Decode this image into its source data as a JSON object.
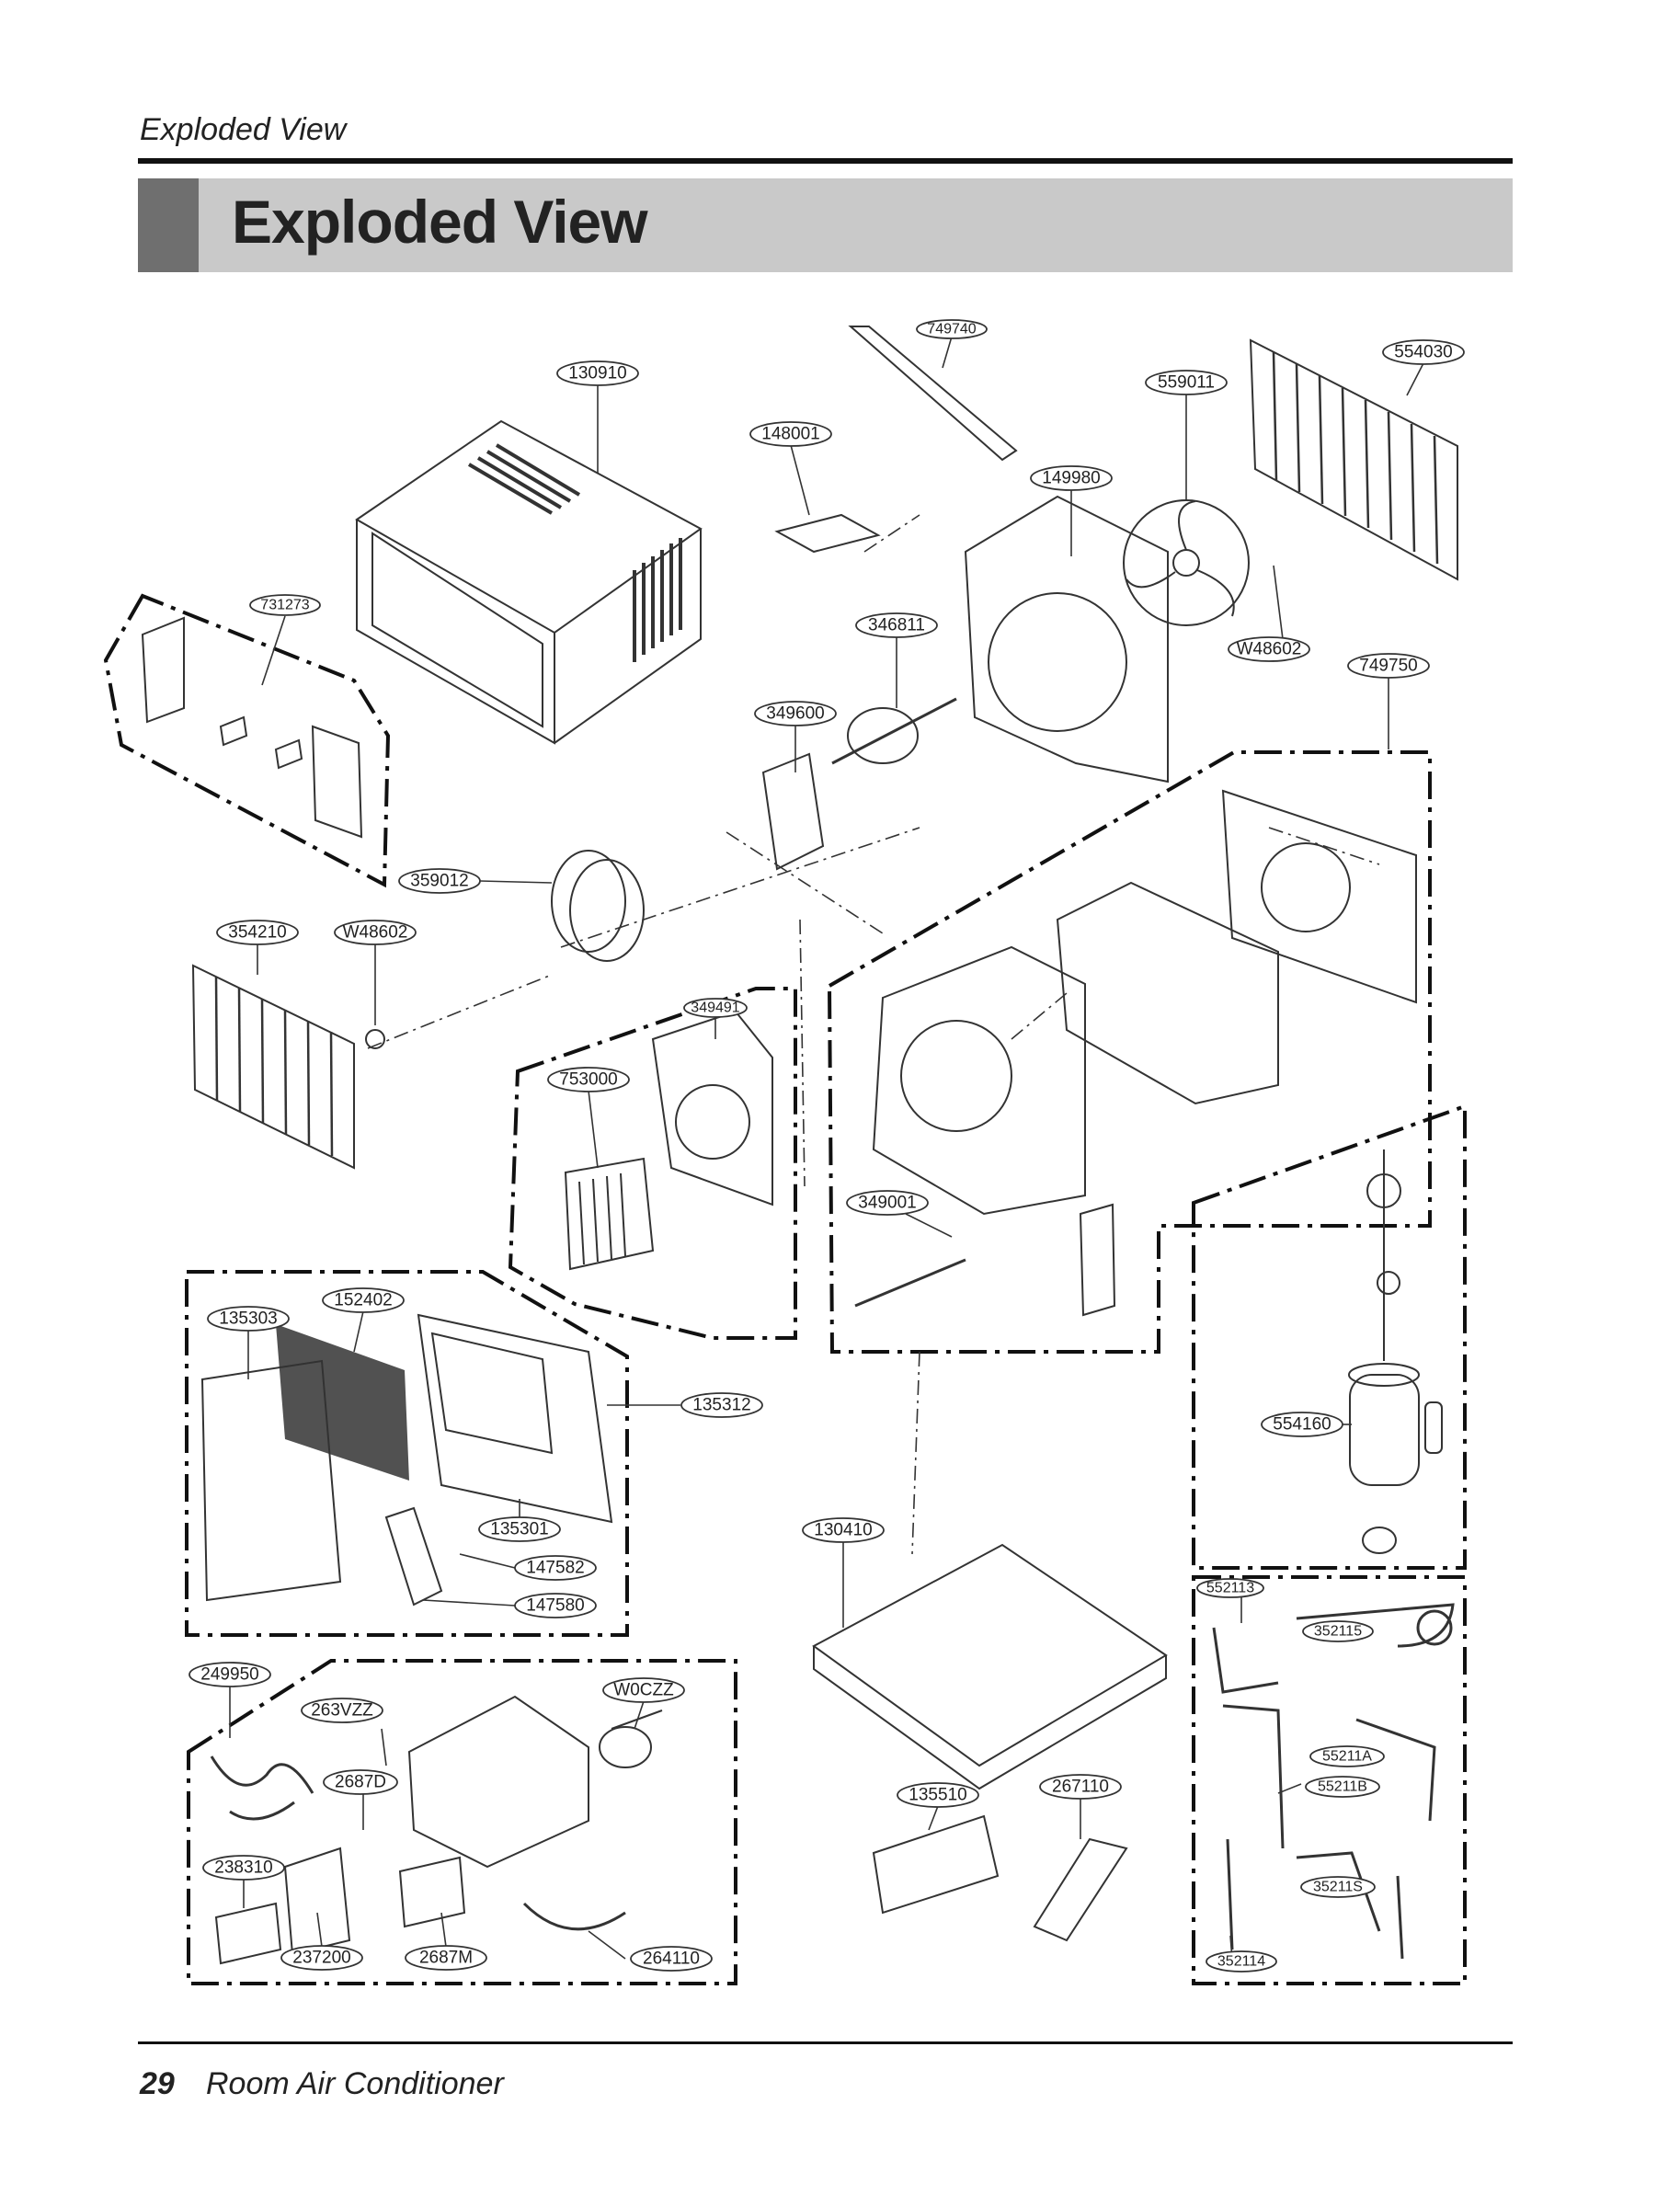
{
  "header": {
    "running_title": "Exploded View",
    "section_title": "Exploded View"
  },
  "footer": {
    "page_number": "29",
    "document_title": "Room Air Conditioner"
  },
  "callouts": {
    "c130910": "130910",
    "c749740": "749740",
    "c554030": "554030",
    "c559011": "559011",
    "c148001": "148001",
    "c149980": "149980",
    "c731273": "731273",
    "c346811": "346811",
    "cW48602a": "W48602",
    "c749750": "749750",
    "c349600": "349600",
    "c359012": "359012",
    "c354210": "354210",
    "cW48602b": "W48602",
    "c349491": "349491",
    "c753000": "753000",
    "c349001": "349001",
    "c152402": "152402",
    "c135303": "135303",
    "c135312": "135312",
    "c554160": "554160",
    "c135301": "135301",
    "c147582": "147582",
    "c147580": "147580",
    "c130410": "130410",
    "c552113": "552113",
    "c352115": "352115",
    "c249950": "249950",
    "cW0CZZ": "W0CZZ",
    "c263VZZ": "263VZZ",
    "c55211A": "55211A",
    "c2687D": "2687D",
    "c55211B": "55211B",
    "c135510": "135510",
    "c267110": "267110",
    "c238310": "238310",
    "c35211S": "35211S",
    "c237200": "237200",
    "c2687M": "2687M",
    "c264110": "264110",
    "c352114": "352114"
  }
}
